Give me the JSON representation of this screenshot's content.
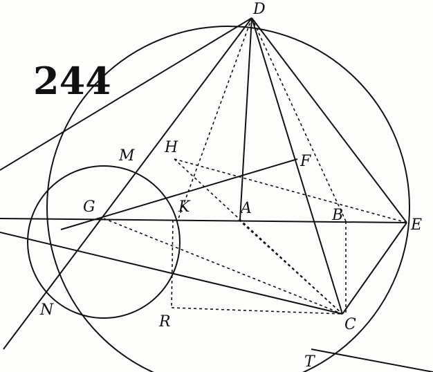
{
  "figure_number": "244",
  "points": [
    {
      "id": "D",
      "label": "D"
    },
    {
      "id": "M",
      "label": "M"
    },
    {
      "id": "H",
      "label": "H"
    },
    {
      "id": "F",
      "label": "F"
    },
    {
      "id": "G",
      "label": "G"
    },
    {
      "id": "K",
      "label": "K"
    },
    {
      "id": "A",
      "label": "A"
    },
    {
      "id": "B",
      "label": "B"
    },
    {
      "id": "E",
      "label": "E"
    },
    {
      "id": "N",
      "label": "N"
    },
    {
      "id": "R",
      "label": "R"
    },
    {
      "id": "C",
      "label": "C"
    },
    {
      "id": "T",
      "label": "T"
    }
  ]
}
